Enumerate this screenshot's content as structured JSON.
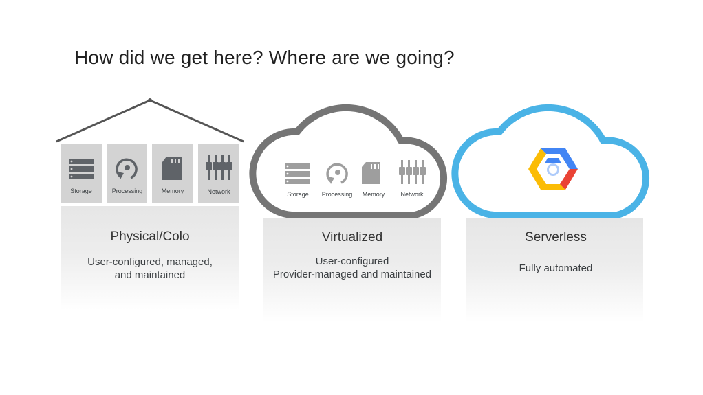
{
  "title": "How did we get here? Where are we going?",
  "columns": [
    {
      "heading": "Physical/Colo",
      "desc_line1": "User-configured, managed,",
      "desc_line2": "and maintained",
      "icons": [
        {
          "label": "Storage",
          "icon": "storage-icon"
        },
        {
          "label": "Processing",
          "icon": "processing-icon"
        },
        {
          "label": "Memory",
          "icon": "memory-icon"
        },
        {
          "label": "Network",
          "icon": "network-icon"
        }
      ]
    },
    {
      "heading": "Virtualized",
      "desc_line1": "User-configured",
      "desc_line2": "Provider-managed and maintained",
      "icons": [
        {
          "label": "Storage",
          "icon": "storage-icon"
        },
        {
          "label": "Processing",
          "icon": "processing-icon"
        },
        {
          "label": "Memory",
          "icon": "memory-icon"
        },
        {
          "label": "Network",
          "icon": "network-icon"
        }
      ]
    },
    {
      "heading": "Serverless",
      "desc_line1": "Fully automated",
      "icon": "google-cloud-logo-icon"
    }
  ],
  "colors": {
    "house_roof": "#555555",
    "house_block": "#d3d3d3",
    "icon_dark": "#5f6368",
    "icon_light": "#9e9e9e",
    "cloud_gray": "#757575",
    "cloud_blue": "#4ab3e6",
    "gcp_blue": "#4285f4",
    "gcp_red": "#ea4335",
    "gcp_yellow": "#fbbc05"
  }
}
